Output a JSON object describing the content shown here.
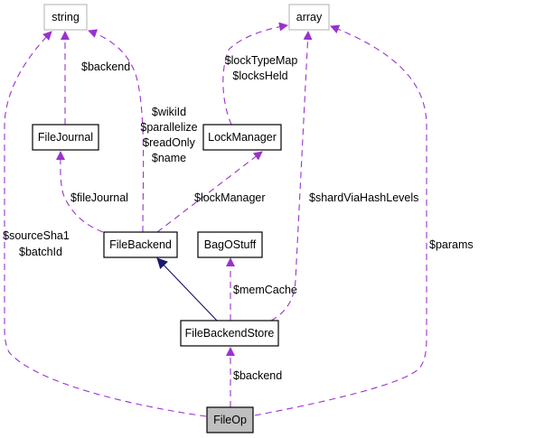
{
  "nodes": {
    "string": "string",
    "array": "array",
    "file_journal": "FileJournal",
    "lock_manager": "LockManager",
    "file_backend": "FileBackend",
    "bag_o_stuff": "BagOStuff",
    "file_backend_store": "FileBackendStore",
    "file_op": "FileOp"
  },
  "edge_labels": {
    "journal_backend": "$backend",
    "backend_strings": [
      "$wikiId",
      "$parallelize",
      "$readOnly",
      "$name"
    ],
    "lock_arrays": [
      "$lockTypeMap",
      "$locksHeld"
    ],
    "file_journal": "$fileJournal",
    "lock_manager": "$lockManager",
    "shard": "$shardViaHashLevels",
    "fileop_strings": [
      "$sourceSha1",
      "$batchId"
    ],
    "params": "$params",
    "mem_cache": "$memCache",
    "fileop_backend": "$backend"
  },
  "colors": {
    "usage_edge": "#9a32cd",
    "inheritance_edge": "#191970",
    "focus_node": "#bfbfbf"
  }
}
